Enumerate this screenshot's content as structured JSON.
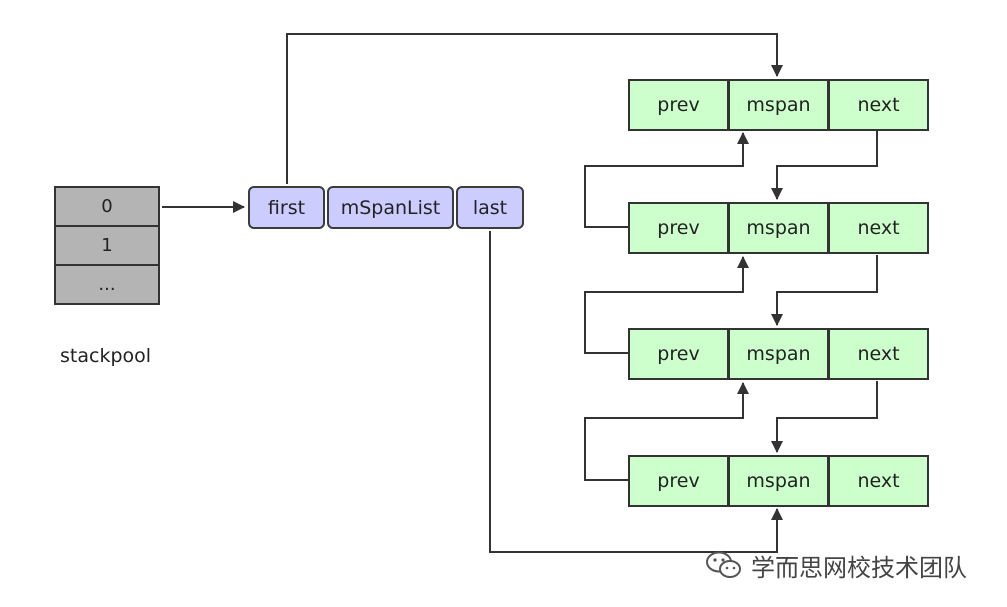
{
  "stackpool": {
    "label": "stackpool",
    "cells": [
      "0",
      "1",
      "..."
    ]
  },
  "span_list": {
    "first": "first",
    "name": "mSpanList",
    "last": "last"
  },
  "span_nodes": [
    {
      "prev": "prev",
      "mspan": "mspan",
      "next": "next"
    },
    {
      "prev": "prev",
      "mspan": "mspan",
      "next": "next"
    },
    {
      "prev": "prev",
      "mspan": "mspan",
      "next": "next"
    },
    {
      "prev": "prev",
      "mspan": "mspan",
      "next": "next"
    }
  ],
  "watermark": {
    "text": "学而思网校技术团队"
  }
}
